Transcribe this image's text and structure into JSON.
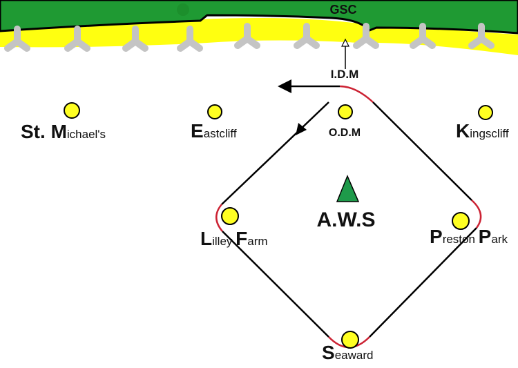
{
  "title": "GSC",
  "colors": {
    "land": "#1f9a33",
    "beach": "#ffff10",
    "groyne": "#c4c4c4",
    "marker": "#ffff22",
    "route": "#000000",
    "turn": "#cc2233",
    "aws": "#1e9a4a"
  },
  "markers": {
    "idm": "I.D.M",
    "odm": "O.D.M",
    "aws": "A.W.S",
    "st_michaels": {
      "initial1": "St. ",
      "initial2": "M",
      "rest": "ichael's"
    },
    "eastcliff": {
      "initial": "E",
      "rest": "astcliff"
    },
    "kingscliff": {
      "initial": "K",
      "rest": "ingscliff"
    },
    "lilley_farm": {
      "initial1": "L",
      "rest1": "illey ",
      "initial2": "F",
      "rest2": "arm"
    },
    "preston_park": {
      "initial1": "P",
      "rest1": "reston ",
      "initial2": "P",
      "rest2": "ark"
    },
    "seaward": {
      "initial": "S",
      "rest": "eaward"
    }
  }
}
